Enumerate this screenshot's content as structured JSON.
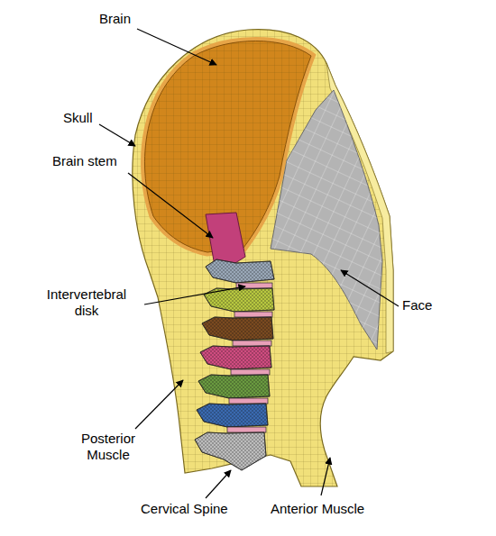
{
  "diagram": {
    "labels": [
      "Brain",
      "Skull",
      "Brain stem",
      "Intervertebral disk",
      "Posterior Muscle",
      "Cervical Spine",
      "Anterior Muscle",
      "Face"
    ]
  }
}
